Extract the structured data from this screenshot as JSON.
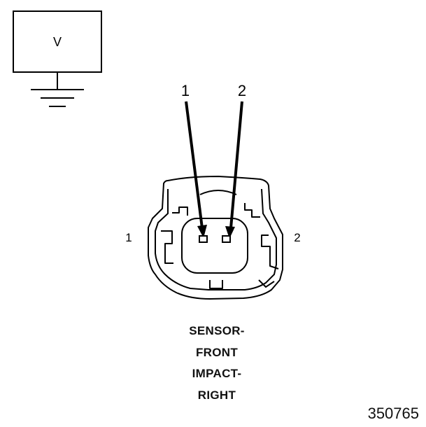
{
  "meter": {
    "label": "V"
  },
  "pins": {
    "arrow1": "1",
    "arrow2": "2",
    "side_left": "1",
    "side_right": "2"
  },
  "caption": [
    "SENSOR-",
    "FRONT",
    "IMPACT-",
    "RIGHT"
  ],
  "figure_number": "350765"
}
